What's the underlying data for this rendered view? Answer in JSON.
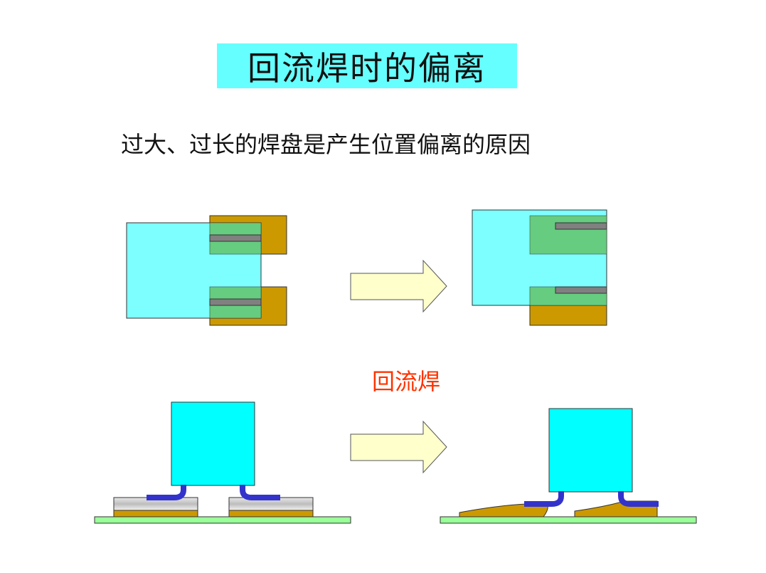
{
  "title": "回流焊时的偏离",
  "subtitle": "过大、过长的焊盘是产生位置偏离的原因",
  "process_label": "回流焊",
  "colors": {
    "title_bg": "#66ffff",
    "component_translucent": "#66ffff",
    "component": "#00ffff",
    "pad": "#cc9900",
    "overlap": "#66cc80",
    "terminal": "#808080",
    "arrow_fill": "#ffffcc",
    "board": "#99ff99",
    "solder_lead": "#3333cc",
    "label": "#ff3300"
  }
}
